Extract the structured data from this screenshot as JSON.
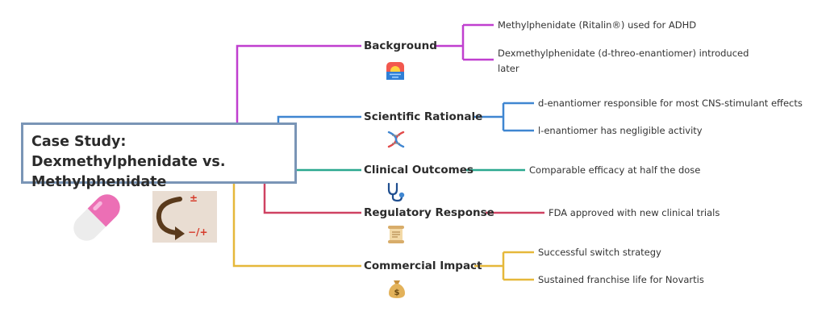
{
  "root": {
    "title": "Case Study: Dexmethylphenidate vs. Methylphenidate",
    "image_icons": [
      "pill-capsule-icon",
      "switch-arrow-icon"
    ],
    "switch_arrow_signs": {
      "top": "±",
      "bottom": "−/+"
    }
  },
  "branches": [
    {
      "label": "Background",
      "color": "#c03fcf",
      "icon": "sunset-icon",
      "leaves": [
        "Methylphenidate (Ritalin®) used for ADHD",
        "Dexmethylphenidate (d-threo-enantiomer) introduced later"
      ]
    },
    {
      "label": "Scientific Rationale",
      "color": "#3f86d1",
      "icon": "dna-icon",
      "leaves": [
        "d-enantiomer responsible for most CNS-stimulant effects",
        "l-enantiomer has negligible activity"
      ]
    },
    {
      "label": "Clinical Outcomes",
      "color": "#2aa88f",
      "icon": "stethoscope-icon",
      "leaves": [
        "Comparable efficacy at half the dose"
      ]
    },
    {
      "label": "Regulatory Response",
      "color": "#cf4262",
      "icon": "scroll-icon",
      "leaves": [
        "FDA approved with new clinical trials"
      ]
    },
    {
      "label": "Commercial Impact",
      "color": "#e6b83a",
      "icon": "money-bag-icon",
      "leaves": [
        "Successful switch strategy",
        "Sustained franchise life for Novartis"
      ]
    }
  ]
}
